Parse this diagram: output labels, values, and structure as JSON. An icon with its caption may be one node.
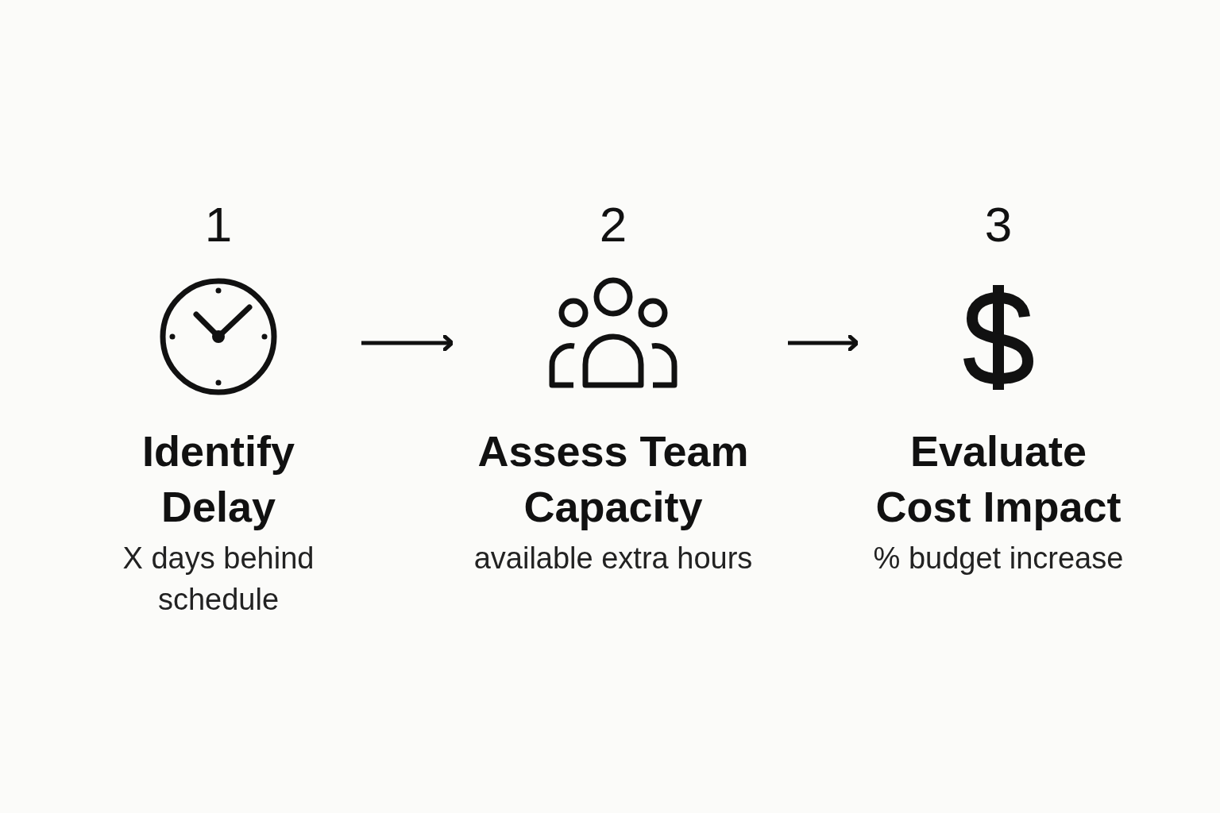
{
  "diagram": {
    "nodes": [
      {
        "text": [
          "1",
          "Identify Delay",
          "X days behind schedule"
        ]
      },
      {
        "text": [
          "2",
          "Assess Team Capacity",
          "available extra hours"
        ]
      },
      {
        "text": [
          "3",
          "Evaluate Cost Impact",
          "% budget increase"
        ]
      }
    ],
    "edges": [
      {
        "from": 0,
        "to": 1,
        "arrow": "to"
      },
      {
        "from": 1,
        "to": 2,
        "arrow": "to"
      }
    ]
  }
}
